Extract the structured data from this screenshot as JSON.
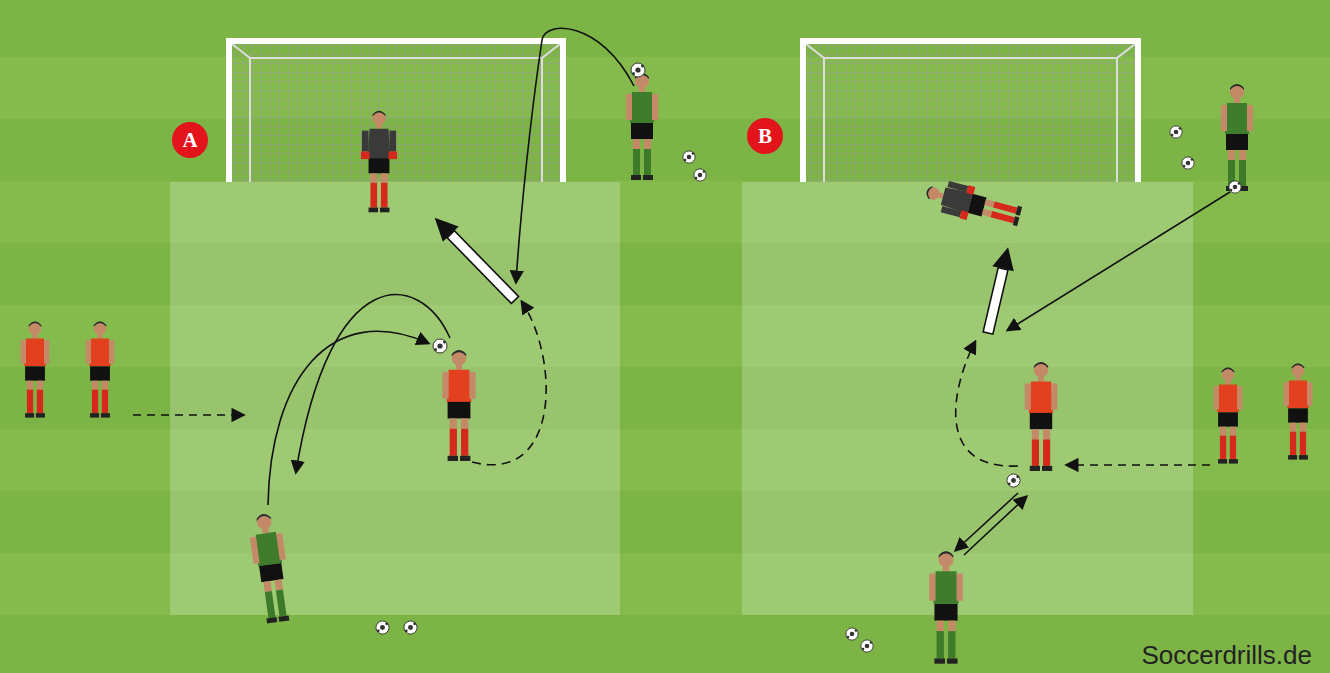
{
  "diagram": {
    "nodes": [
      {
        "text": [
          "A"
        ]
      },
      {
        "text": [
          "B"
        ]
      }
    ],
    "labels": [
      "Soccerdrills.de"
    ]
  }
}
